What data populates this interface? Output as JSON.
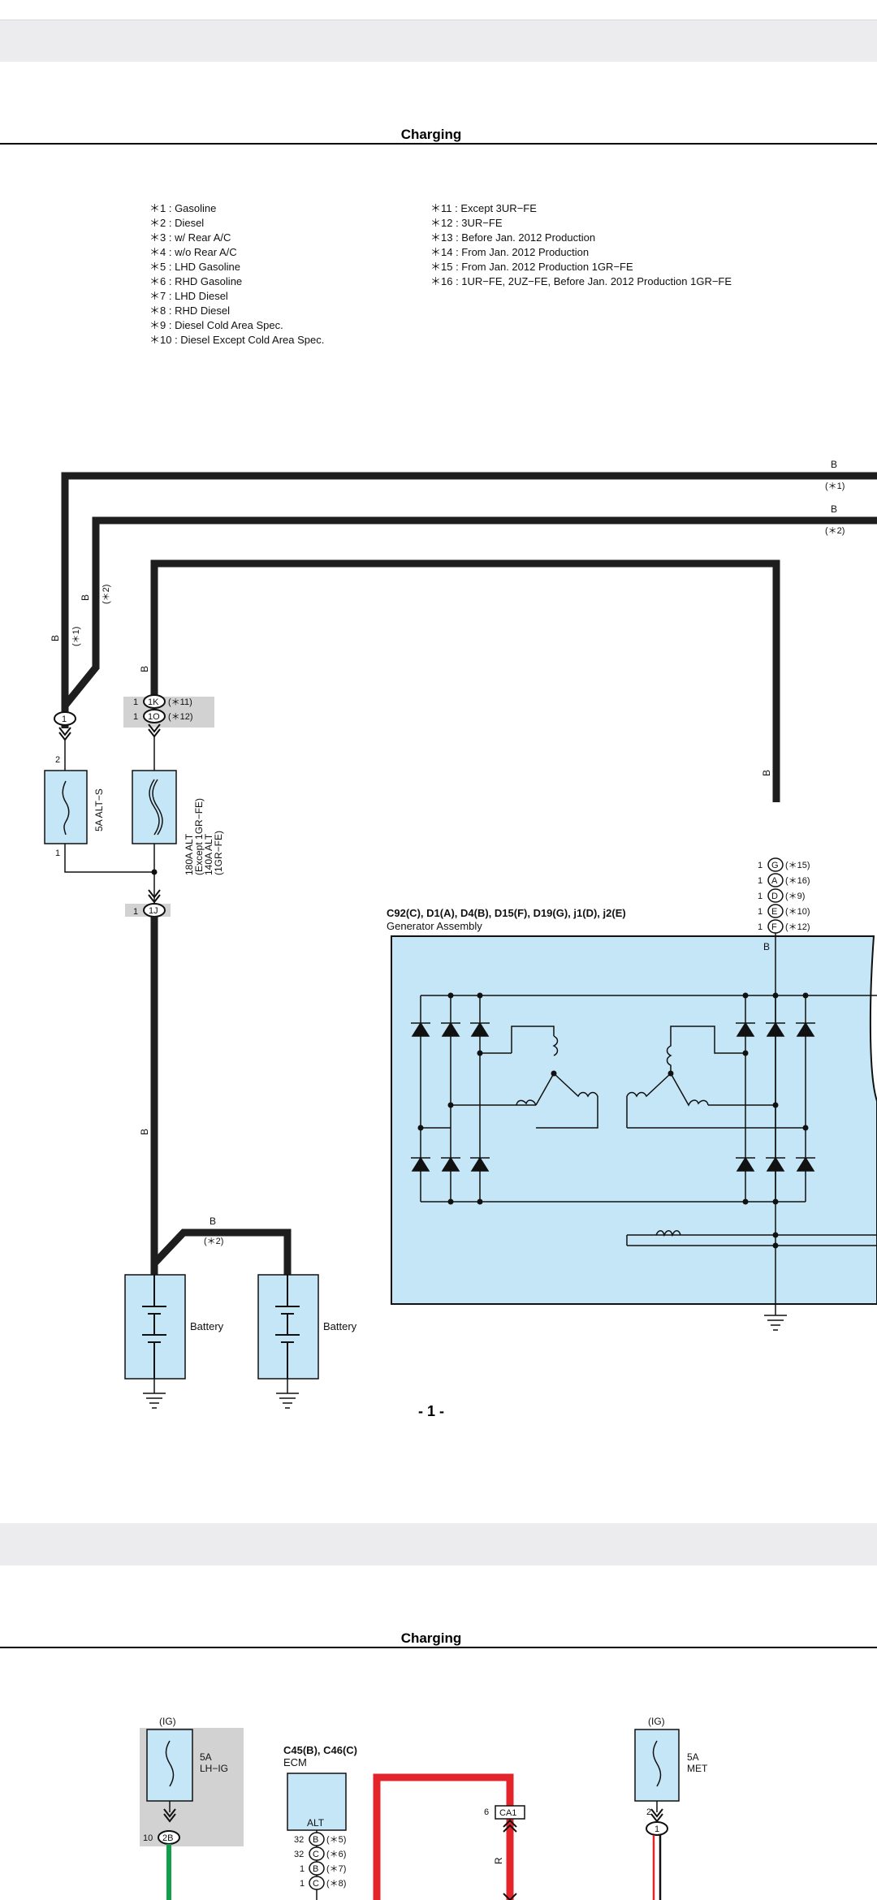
{
  "page1": {
    "title": "Charging",
    "notes_left": [
      "＊1 : Gasoline",
      "＊2 : Diesel",
      "＊3 : w/ Rear A/C",
      "＊4 : w/o Rear A/C",
      "＊5 : LHD Gasoline",
      "＊6 : RHD Gasoline",
      "＊7 : LHD Diesel",
      "＊8 : RHD Diesel",
      "＊9 : Diesel Cold Area Spec.",
      "＊10 : Diesel Except Cold Area Spec."
    ],
    "notes_right": [
      "＊11 : Except 3UR−FE",
      "＊12 : 3UR−FE",
      "＊13 : Before Jan.  2012 Production",
      "＊14 : From Jan.  2012 Production",
      "＊15 : From Jan.  2012 Production 1GR−FE",
      "＊16 : 1UR−FE,  2UZ−FE,  Before Jan.  2012 Production 1GR−FE"
    ],
    "diagram": {
      "wire_color_b": "B",
      "cond_1": "(＊1)",
      "cond_2": "(＊2)",
      "cond_11": "(＊11)",
      "cond_12": "(＊12)",
      "cond_15": "(＊15)",
      "cond_16": "(＊16)",
      "cond_9": "(＊9)",
      "cond_10": "(＊10)",
      "pin_1": "1",
      "pin_2": "2",
      "conn_1": "1",
      "conn_1K": "1K",
      "conn_1O": "1O",
      "conn_1J": "1J",
      "fuse_alts": "5A ALT−S",
      "fuse_alt_1": "180A ALT",
      "fuse_alt_2": "(Except 1GR−FE)",
      "fuse_alt_3": "140A ALT",
      "fuse_alt_4": "(1GR−FE)",
      "gen_pins": [
        "G",
        "A",
        "D",
        "E",
        "F"
      ],
      "gen_title": "C92(C), D1(A), D4(B), D15(F), D19(G), j1(D), j2(E)",
      "gen_subtitle": "Generator Assembly",
      "battery": "Battery"
    },
    "page_number": "- 1 -"
  },
  "page2": {
    "title": "Charging",
    "ig": "(IG)",
    "fuse_lhig_1": "5A",
    "fuse_lhig_2": "LH−IG",
    "conn_2B": "2B",
    "pin_10": "10",
    "ecm_title": "C45(B), C46(C)",
    "ecm_subtitle": "ECM",
    "alt_label": "ALT",
    "ecm_pins": [
      {
        "num": "32",
        "conn": "B",
        "cond": "(＊5)"
      },
      {
        "num": "32",
        "conn": "C",
        "cond": "(＊6)"
      },
      {
        "num": "1",
        "conn": "B",
        "cond": "(＊7)"
      },
      {
        "num": "1",
        "conn": "C",
        "cond": "(＊8)"
      }
    ],
    "ca1_pin": "6",
    "ca1": "CA1",
    "wire_r": "R",
    "fuse_met_1": "5A",
    "fuse_met_2": "MET",
    "met_pin": "2",
    "met_conn": "1"
  },
  "colors": {
    "component_fill": "#c5e6f7",
    "splice_fill": "#d2d2d2",
    "wire_red": "#e3242b",
    "wire_green": "#11a04a",
    "wire_black": "#1e1e1e"
  }
}
